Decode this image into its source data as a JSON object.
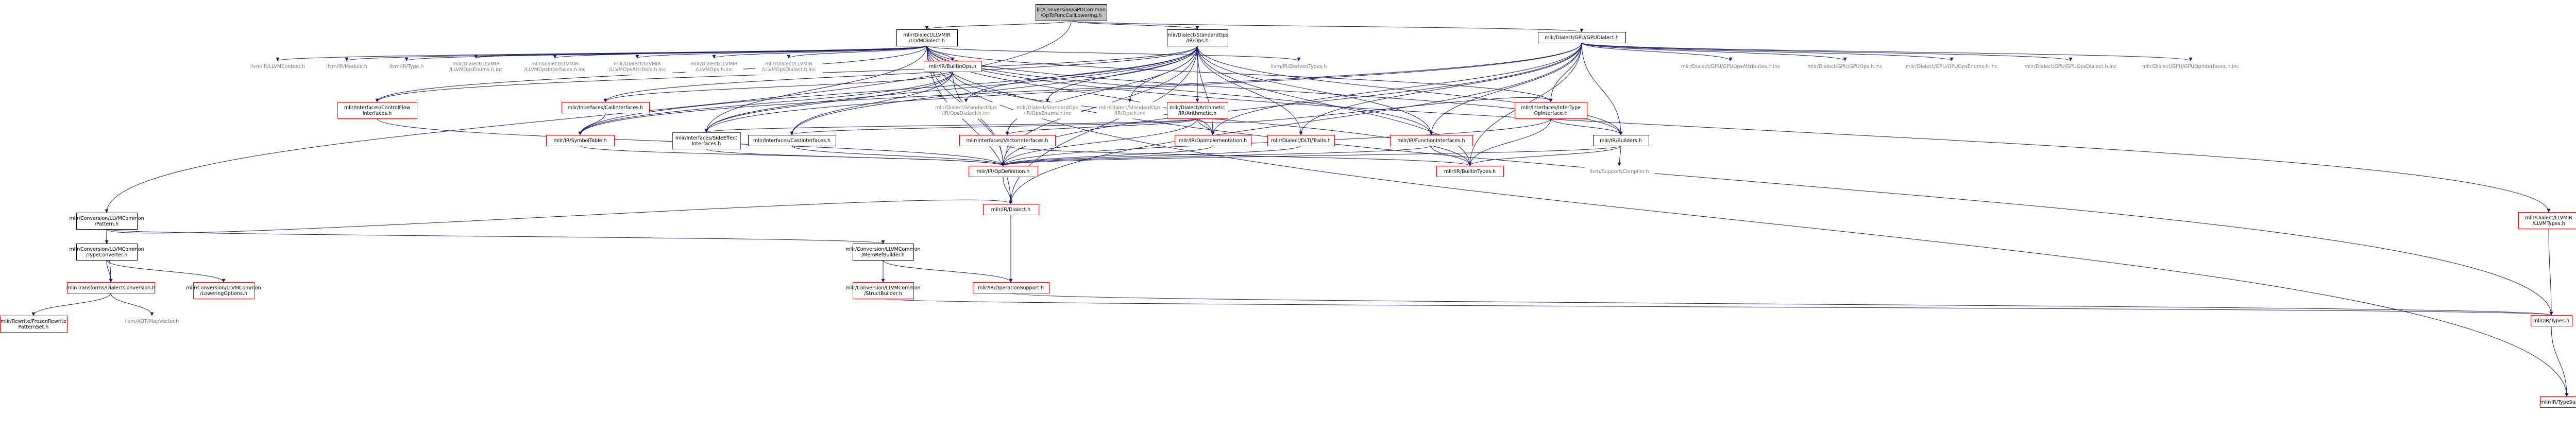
{
  "colors": {
    "edge": "#191970",
    "root_fill": "#bfbfbf",
    "node_border_black": "#000000",
    "node_border_red": "#ff0000",
    "node_text_gray": "#7a7a7a"
  },
  "nodes": [
    {
      "id": "root",
      "lines": [
        "lib/Conversion/GPUCommon",
        "/OpToFuncCallLowering.h"
      ],
      "style": "root"
    },
    {
      "id": "llvmdialect",
      "lines": [
        "mlir/Dialect/LLVMIR",
        "/LLVMDialect.h"
      ],
      "style": "black"
    },
    {
      "id": "stdops",
      "lines": [
        "mlir/Dialect/StandardOps",
        "/IR/Ops.h"
      ],
      "style": "black"
    },
    {
      "id": "gpudialect",
      "lines": [
        "mlir/Dialect/GPU/GPUDialect.h"
      ],
      "style": "black"
    },
    {
      "id": "pattern",
      "lines": [
        "mlir/Conversion/LLVMCommon",
        "/Pattern.h"
      ],
      "style": "black"
    },
    {
      "id": "llvmcontext",
      "lines": [
        "llvm/IR/LLVMContext.h"
      ],
      "style": "gray"
    },
    {
      "id": "llvmmodule",
      "lines": [
        "llvm/IR/Module.h"
      ],
      "style": "gray"
    },
    {
      "id": "llvmtype",
      "lines": [
        "llvm/IR/Type.h"
      ],
      "style": "gray"
    },
    {
      "id": "llvmopsenums",
      "lines": [
        "mlir/Dialect/LLVMIR",
        "/LLVMOpsEnums.h.inc"
      ],
      "style": "gray"
    },
    {
      "id": "llvmopinterfaces",
      "lines": [
        "mlir/Dialect/LLVMIR",
        "/LLVMOpsInterfaces.h.inc"
      ],
      "style": "gray"
    },
    {
      "id": "llvmattrdefs",
      "lines": [
        "mlir/Dialect/LLVMIR",
        "/LLVMOpsAttrDefs.h.inc"
      ],
      "style": "gray"
    },
    {
      "id": "llvmopsh",
      "lines": [
        "mlir/Dialect/LLVMIR",
        "/LLVMOps.h.inc"
      ],
      "style": "gray"
    },
    {
      "id": "llvmopsdialect",
      "lines": [
        "mlir/Dialect/LLVMIR",
        "/LLVMOpsDialect.h.inc"
      ],
      "style": "gray"
    },
    {
      "id": "builtinops",
      "lines": [
        "mlir/IR/BuiltinOps.h"
      ],
      "style": "red"
    },
    {
      "id": "derivedtypes",
      "lines": [
        "llvm/IR/DerivedTypes.h"
      ],
      "style": "gray"
    },
    {
      "id": "controlflow",
      "lines": [
        "mlir/Interfaces/ControlFlow",
        "Interfaces.h"
      ],
      "style": "red"
    },
    {
      "id": "callinterfaces",
      "lines": [
        "mlir/Interfaces/CallInterfaces.h"
      ],
      "style": "red"
    },
    {
      "id": "symboltable",
      "lines": [
        "mlir/IR/SymbolTable.h"
      ],
      "style": "red"
    },
    {
      "id": "sideeffect",
      "lines": [
        "mlir/Interfaces/SideEffect",
        "Interfaces.h"
      ],
      "style": "red"
    },
    {
      "id": "castinterfaces",
      "lines": [
        "mlir/Interfaces/CastInterfaces.h"
      ],
      "style": "black"
    },
    {
      "id": "stdopsdialect",
      "lines": [
        "mlir/Dialect/StandardOps",
        "/IR/OpsDialect.h.inc"
      ],
      "style": "gray"
    },
    {
      "id": "stdopsenums",
      "lines": [
        "mlir/Dialect/StandardOps",
        "/IR/OpsEnums.h.inc"
      ],
      "style": "gray"
    },
    {
      "id": "stdopsinc",
      "lines": [
        "mlir/Dialect/StandardOps",
        "/IR/Ops.h.inc"
      ],
      "style": "gray"
    },
    {
      "id": "arith",
      "lines": [
        "mlir/Dialect/Arithmetic",
        "/IR/Arithmetic.h"
      ],
      "style": "red"
    },
    {
      "id": "vectorinterfaces",
      "lines": [
        "mlir/Interfaces/VectorInterfaces.h"
      ],
      "style": "red"
    },
    {
      "id": "opimpl",
      "lines": [
        "mlir/IR/OpImplementation.h"
      ],
      "style": "red"
    },
    {
      "id": "dltitraits",
      "lines": [
        "mlir/Dialect/DLTI/Traits.h"
      ],
      "style": "red"
    },
    {
      "id": "funcimpl",
      "lines": [
        "mlir/IR/FunctionInterfaces.h"
      ],
      "style": "red"
    },
    {
      "id": "infertype",
      "lines": [
        "mlir/Interfaces/InferType",
        "OpInterface.h"
      ],
      "style": "red"
    },
    {
      "id": "builders",
      "lines": [
        "mlir/IR/Builders.h"
      ],
      "style": "black"
    },
    {
      "id": "opdefinition",
      "lines": [
        "mlir/IR/OpDefinition.h"
      ],
      "style": "red"
    },
    {
      "id": "builtintypes",
      "lines": [
        "mlir/IR/BuiltinTypes.h"
      ],
      "style": "red"
    },
    {
      "id": "compiler",
      "lines": [
        "llvm/Support/Compiler.h"
      ],
      "style": "gray"
    },
    {
      "id": "gpuattrs",
      "lines": [
        "mlir/Dialect/GPU/GPUOpsAttributes.h.inc"
      ],
      "style": "gray"
    },
    {
      "id": "gpuops",
      "lines": [
        "mlir/Dialect/GPU/GPUOps.h.inc"
      ],
      "style": "gray"
    },
    {
      "id": "gpuenums",
      "lines": [
        "mlir/Dialect/GPU/GPUOpsEnums.h.inc"
      ],
      "style": "gray"
    },
    {
      "id": "gpudialectinc",
      "lines": [
        "mlir/Dialect/GPU/GPUOpsDialect.h.inc"
      ],
      "style": "gray"
    },
    {
      "id": "gpuinterfaces",
      "lines": [
        "mlir/Dialect/GPU/GPUOpInterfaces.h.inc"
      ],
      "style": "gray"
    },
    {
      "id": "llvmtypes",
      "lines": [
        "mlir/Dialect/LLVMIR",
        "/LLVMTypes.h"
      ],
      "style": "red"
    },
    {
      "id": "typeconverter",
      "lines": [
        "mlir/Conversion/LLVMCommon",
        "/TypeConverter.h"
      ],
      "style": "black"
    },
    {
      "id": "memrefbuilder",
      "lines": [
        "mlir/Conversion/LLVMCommon",
        "/MemRefBuilder.h"
      ],
      "style": "black"
    },
    {
      "id": "irdialect",
      "lines": [
        "mlir/IR/Dialect.h"
      ],
      "style": "red"
    },
    {
      "id": "dialectconversion",
      "lines": [
        "mlir/Transforms/DialectConversion.h"
      ],
      "style": "red"
    },
    {
      "id": "loweringoptions",
      "lines": [
        "mlir/Conversion/LLVMCommon",
        "/LoweringOptions.h"
      ],
      "style": "red"
    },
    {
      "id": "structbuilder",
      "lines": [
        "mlir/Conversion/LLVMCommon",
        "/StructBuilder.h"
      ],
      "style": "red"
    },
    {
      "id": "opsupport",
      "lines": [
        "mlir/IR/OperationSupport.h"
      ],
      "style": "red"
    },
    {
      "id": "frozenrewrite",
      "lines": [
        "mlir/Rewrite/FrozenRewrite",
        "PatternSet.h"
      ],
      "style": "red"
    },
    {
      "id": "mapvector",
      "lines": [
        "llvm/ADT/MapVector.h"
      ],
      "style": "gray"
    },
    {
      "id": "irtypes",
      "lines": [
        "mlir/IR/Types.h"
      ],
      "style": "red"
    },
    {
      "id": "typesupport",
      "lines": [
        "mlir/IR/TypeSupport.h"
      ],
      "style": "red"
    }
  ]
}
